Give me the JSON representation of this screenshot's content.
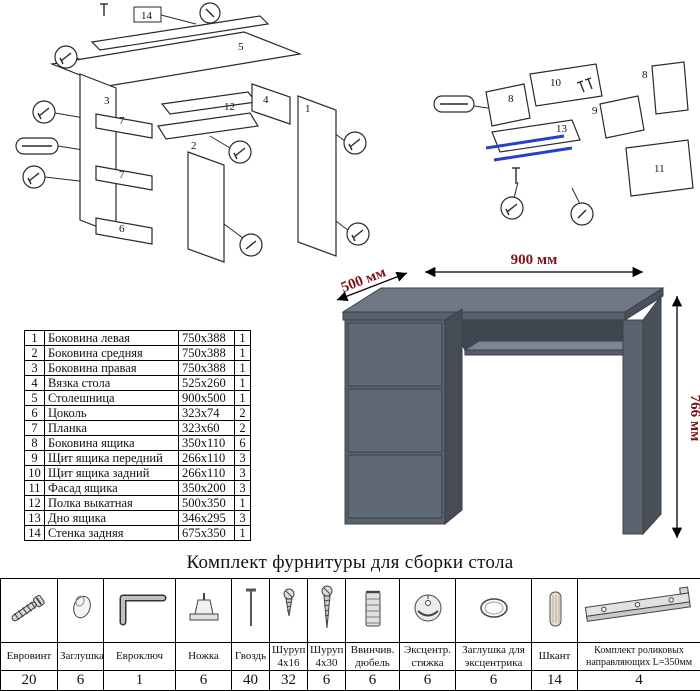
{
  "parts": {
    "rows": [
      {
        "num": "1",
        "name": "Боковина левая",
        "size": "750x388",
        "qty": "1"
      },
      {
        "num": "2",
        "name": "Боковина средняя",
        "size": "750x388",
        "qty": "1"
      },
      {
        "num": "3",
        "name": "Боковина правая",
        "size": "750x388",
        "qty": "1"
      },
      {
        "num": "4",
        "name": "Вязка стола",
        "size": "525x260",
        "qty": "1"
      },
      {
        "num": "5",
        "name": "Столешница",
        "size": "900x500",
        "qty": "1"
      },
      {
        "num": "6",
        "name": "Цоколь",
        "size": "323x74",
        "qty": "2"
      },
      {
        "num": "7",
        "name": "Планка",
        "size": "323x60",
        "qty": "2"
      },
      {
        "num": "8",
        "name": "Боковина ящика",
        "size": "350x110",
        "qty": "6"
      },
      {
        "num": "9",
        "name": "Щит ящика передний",
        "size": "266x110",
        "qty": "3"
      },
      {
        "num": "10",
        "name": "Щит ящика задний",
        "size": "266x110",
        "qty": "3"
      },
      {
        "num": "11",
        "name": "Фасад ящика",
        "size": "350x200",
        "qty": "3"
      },
      {
        "num": "12",
        "name": "Полка выкатная",
        "size": "500x350",
        "qty": "1"
      },
      {
        "num": "13",
        "name": "Дно ящика",
        "size": "346x295",
        "qty": "3"
      },
      {
        "num": "14",
        "name": "Стенка задняя",
        "size": "675x350",
        "qty": "1"
      }
    ]
  },
  "desk": {
    "depth": "500 мм",
    "width": "900 мм",
    "height": "766 мм"
  },
  "diagram_left": {
    "labels": [
      "14",
      "5",
      "3",
      "7",
      "7",
      "6",
      "12",
      "2",
      "4",
      "1"
    ]
  },
  "diagram_right": {
    "labels": [
      "10",
      "8",
      "9",
      "8",
      "11",
      "13"
    ]
  },
  "hardware": {
    "title": "Комплект фурнитуры для сборки стола",
    "items": [
      {
        "name": "Евровинт",
        "qty": "20",
        "icon": "confirmat-screw"
      },
      {
        "name": "Заглушка",
        "qty": "6",
        "icon": "cap"
      },
      {
        "name": "Евроключ",
        "qty": "1",
        "icon": "allen-key"
      },
      {
        "name": "Ножка",
        "qty": "6",
        "icon": "furniture-leg"
      },
      {
        "name": "Гвоздь",
        "qty": "40",
        "icon": "nail"
      },
      {
        "name": "Шуруп 4x16",
        "qty": "32",
        "icon": "screw-small"
      },
      {
        "name": "Шуруп 4x30",
        "qty": "6",
        "icon": "screw-long"
      },
      {
        "name": "Ввинчив. дюбель",
        "qty": "6",
        "icon": "screw-in-dowel"
      },
      {
        "name": "Эксцентр. стяжка",
        "qty": "6",
        "icon": "cam-lock"
      },
      {
        "name": "Заглушка для эксцентрика",
        "qty": "6",
        "icon": "cam-cap"
      },
      {
        "name": "Шкант",
        "qty": "14",
        "icon": "wooden-dowel"
      },
      {
        "name": "Комплект роликовых направляющих L=350мм",
        "qty": "4",
        "icon": "roller-slides"
      }
    ]
  },
  "colors": {
    "desk_gray": "#5a626d",
    "rail_blue": "#2740c8",
    "dimension_red": "#7b1418"
  }
}
